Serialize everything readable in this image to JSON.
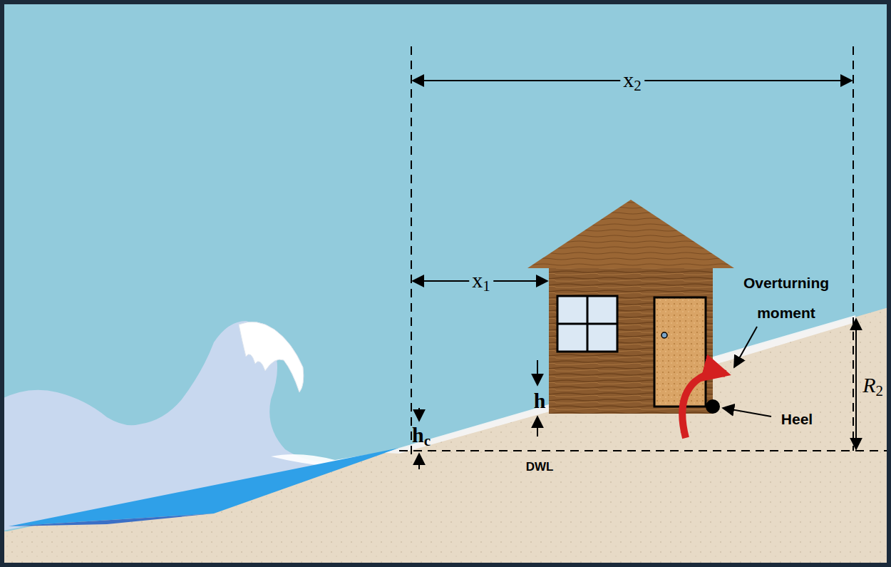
{
  "diagram": {
    "labels": [
      "x2",
      "x1",
      "h",
      "hc",
      "DWL",
      "R2",
      "Overturning moment",
      "Heel"
    ]
  }
}
